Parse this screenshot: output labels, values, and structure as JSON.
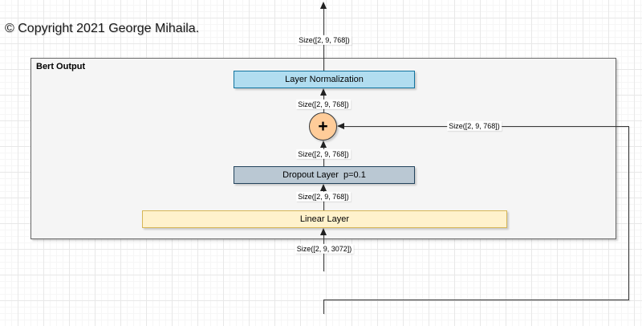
{
  "copyright_notice": "© Copyright 2021 George Mihaila.",
  "nodes": {
    "group": {
      "label": "Bert Output",
      "fill": "#f5f5f5",
      "stroke": "#666666"
    },
    "layer_norm": {
      "label": "Layer Normalization",
      "fill": "#b1ddf0",
      "stroke": "#10739e"
    },
    "add": {
      "label": "+",
      "fill": "#ffcc99",
      "stroke": "#36393d"
    },
    "dropout": {
      "label": "Dropout Layer  p=0.1",
      "fill": "#bac8d3",
      "stroke": "#23445d"
    },
    "linear": {
      "label": "Linear Layer",
      "fill": "#fff2cc",
      "stroke": "#d6b656"
    }
  },
  "edge_labels": {
    "output_size": "Size([2, 9, 768])",
    "layernorm_input_size": "Size([2, 9, 768])",
    "residual_size": "Size([2, 9, 768])",
    "add_input_size": "Size([2, 9, 768])",
    "dropout_input_size": "Size([2, 9, 768])",
    "linear_input_size": "Size([2, 9, 3072])"
  }
}
